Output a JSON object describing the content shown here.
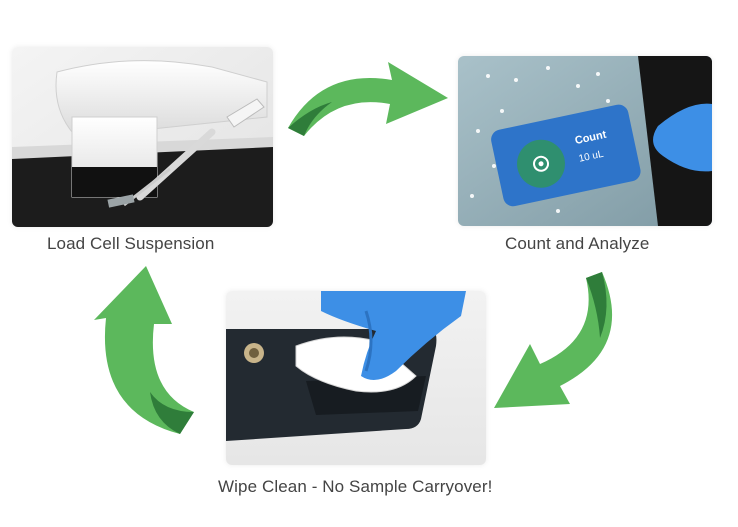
{
  "diagram": {
    "steps": [
      {
        "caption": "Load Cell Suspension"
      },
      {
        "caption": "Count and Analyze"
      },
      {
        "caption": "Wipe Clean - No Sample Carryover!"
      }
    ],
    "screen": {
      "label": "Count",
      "volume": "10 uL"
    },
    "colors": {
      "arrow_green": "#5cb85c",
      "arrow_dark": "#2f7d3a",
      "screen_blue": "#2e74c9",
      "glove_blue": "#3d8fe6"
    }
  }
}
